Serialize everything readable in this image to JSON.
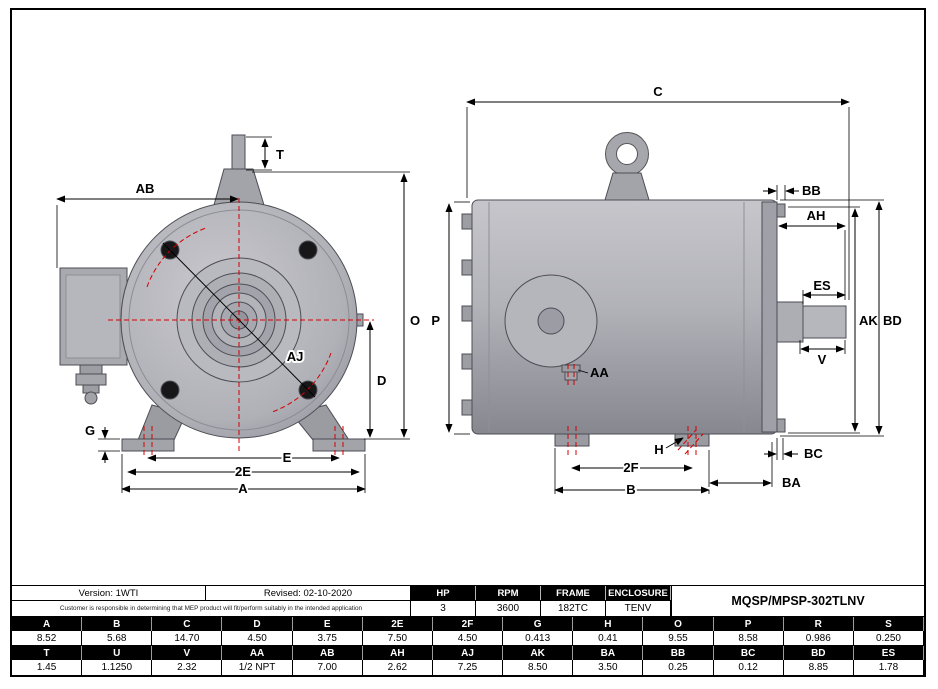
{
  "sheet": {
    "version": "Version: 1WTI",
    "revised": "Revised: 02-10-2020",
    "disclaimer": "Customer is responsible in determining that MEP product will fit/perform suitably in the intended application",
    "model": "MQSP/MPSP-302TLNV"
  },
  "spec": {
    "headers": [
      "HP",
      "RPM",
      "FRAME",
      "ENCLOSURE"
    ],
    "values": [
      "3",
      "3600",
      "182TC",
      "TENV"
    ]
  },
  "dims": {
    "headers1": [
      "A",
      "B",
      "C",
      "D",
      "E",
      "2E",
      "2F",
      "G",
      "H",
      "O",
      "P",
      "R",
      "S"
    ],
    "values1": [
      "8.52",
      "5.68",
      "14.70",
      "4.50",
      "3.75",
      "7.50",
      "4.50",
      "0.413",
      "0.41",
      "9.55",
      "8.58",
      "0.986",
      "0.250"
    ],
    "headers2": [
      "T",
      "U",
      "V",
      "AA",
      "AB",
      "AH",
      "AJ",
      "AK",
      "BA",
      "BB",
      "BC",
      "BD",
      "ES"
    ],
    "values2": [
      "1.45",
      "1.1250",
      "2.32",
      "1/2 NPT",
      "7.00",
      "2.62",
      "7.25",
      "8.50",
      "3.50",
      "0.25",
      "0.12",
      "8.85",
      "1.78"
    ]
  },
  "labels": {
    "T": "T",
    "AB": "AB",
    "O": "O",
    "D": "D",
    "AJ": "AJ",
    "G": "G",
    "E": "E",
    "E2": "2E",
    "A": "A",
    "C": "C",
    "BB": "BB",
    "AH": "AH",
    "ES": "ES",
    "AK": "AK",
    "BD": "BD",
    "V": "V",
    "P": "P",
    "AA": "AA",
    "H": "H",
    "BC": "BC",
    "BA": "BA",
    "F2": "2F",
    "B": "B"
  },
  "colors": {
    "dimension_line": "#000000",
    "centerline_red": "#d40000",
    "motor_body_gray": "#b4b4ba",
    "table_header_bg": "#000000",
    "table_header_text": "#ffffff"
  }
}
